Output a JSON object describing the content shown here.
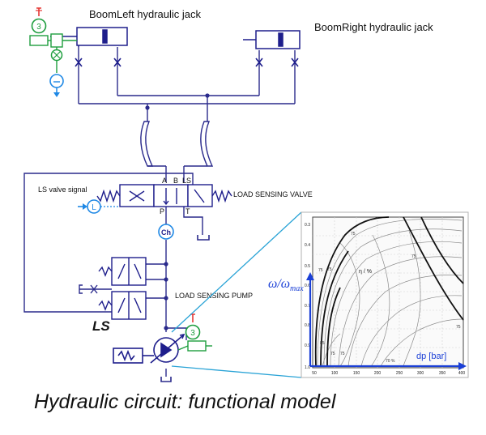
{
  "labels": {
    "boom_left": "BoomLeft hydraulic jack",
    "boom_right": "BoomRight hydraulic jack",
    "ls_signal": "LS valve signal",
    "ls_valve": "LOAD SENSING VALVE",
    "ls_pump": "LOAD SENSING PUMP",
    "ls_big": "LS",
    "port_a": "A",
    "port_b": "B",
    "port_ls": "LS",
    "port_p": "P",
    "port_t": "T",
    "ch": "Ch",
    "l_symbol": "L",
    "sensor_symbol": "3"
  },
  "map": {
    "y_axis_label": "ω/ω",
    "y_axis_sub": "max",
    "x_axis_label": "dp [bar]",
    "eta_label": "η / %",
    "y_ticks": [
      "0.3",
      "0.4",
      "0.5",
      "0.6",
      "0.7",
      "0.8",
      "0.9",
      "1.0"
    ],
    "x_ticks": [
      "50",
      "100",
      "150",
      "200",
      "250",
      "300",
      "350",
      "400"
    ],
    "contour_labels": [
      "75",
      "75",
      "75",
      "85",
      "75",
      "75",
      "75",
      "75",
      "70 %"
    ]
  },
  "caption": "Hydraulic circuit: functional model",
  "colors": {
    "line": "#2a2a8c",
    "accent_blue": "#1e88e5",
    "green": "#1e9e3e",
    "red": "#e53935"
  }
}
